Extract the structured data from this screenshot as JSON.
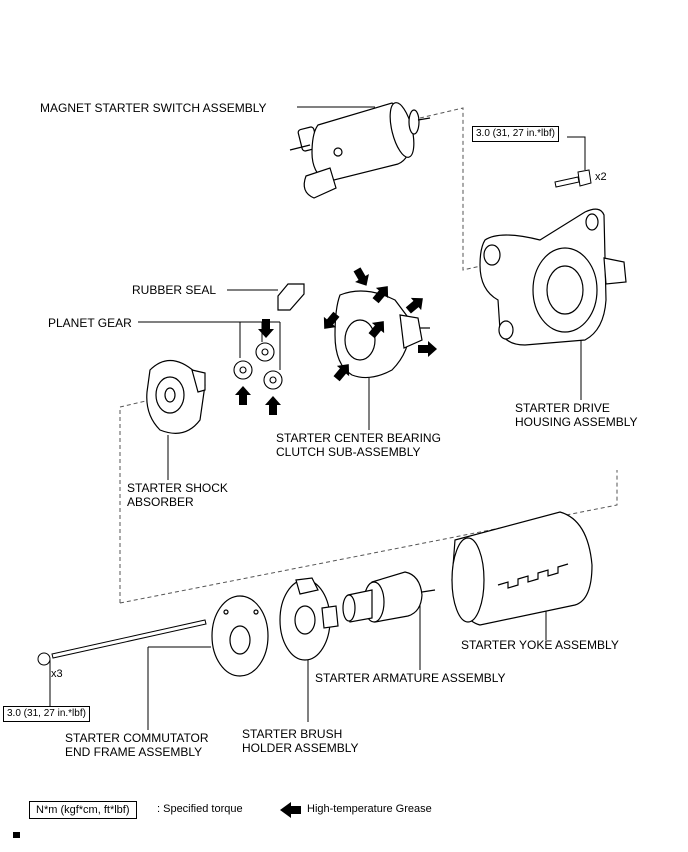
{
  "labels": {
    "magnet_switch": "MAGNET STARTER SWITCH ASSEMBLY",
    "rubber_seal": "RUBBER SEAL",
    "planet_gear": "PLANET GEAR",
    "center_bearing_1": "STARTER CENTER BEARING",
    "center_bearing_2": "CLUTCH SUB-ASSEMBLY",
    "drive_housing_1": "STARTER DRIVE",
    "drive_housing_2": "HOUSING ASSEMBLY",
    "shock_absorber_1": "STARTER SHOCK",
    "shock_absorber_2": "ABSORBER",
    "yoke": "STARTER YOKE ASSEMBLY",
    "armature": "STARTER ARMATURE ASSEMBLY",
    "commutator_1": "STARTER COMMUTATOR",
    "commutator_2": "END FRAME ASSEMBLY",
    "brush_holder_1": "STARTER BRUSH",
    "brush_holder_2": "HOLDER ASSEMBLY"
  },
  "torque": {
    "top_value": "3.0 (31, 27 in.*lbf)",
    "top_qty": "x2",
    "bottom_value": "3.0 (31, 27 in.*lbf)",
    "bottom_qty": "x3"
  },
  "legend": {
    "unit_box": "N*m (kgf*cm, ft*lbf)",
    "unit_desc": ": Specified torque",
    "grease_desc": "High-temperature Grease"
  },
  "colors": {
    "line": "#000000",
    "fill": "#ffffff",
    "shade": "#e6e6e6"
  }
}
